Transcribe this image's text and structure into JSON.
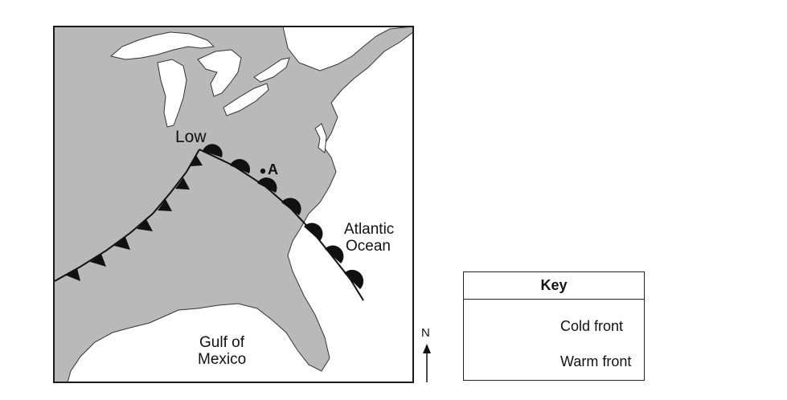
{
  "map": {
    "labels": {
      "low": "Low",
      "point_a": "A",
      "atlantic_line1": "Atlantic",
      "atlantic_line2": "Ocean",
      "gulf_line1": "Gulf of",
      "gulf_line2": "Mexico"
    },
    "colors": {
      "land": "#b9b9b9",
      "water": "#ffffff",
      "outline": "#1a1a1a",
      "front": "#111111"
    }
  },
  "key": {
    "title": "Key",
    "cold_front": "Cold front",
    "warm_front": "Warm front"
  },
  "compass": {
    "north": "N"
  }
}
